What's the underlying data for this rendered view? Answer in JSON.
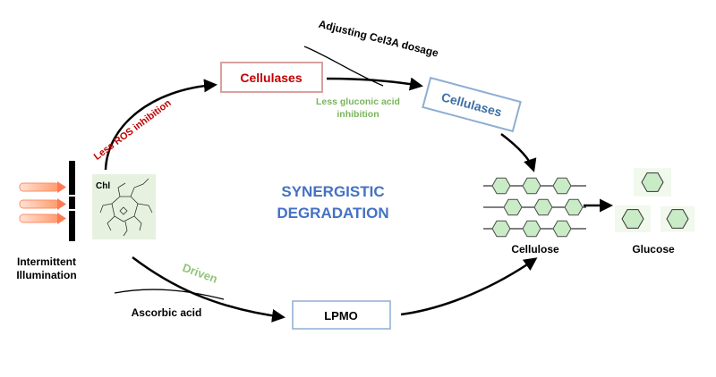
{
  "diagram": {
    "left": {
      "molecule_label": "Chl",
      "illumination_label_line1": "Intermittent",
      "illumination_label_line2": "Illumination"
    },
    "center_title_line1": "SYNERGISTIC",
    "center_title_line2": "DEGRADATION",
    "upper_path": {
      "inhibition_label": "Less ROS inhibition",
      "box1_label": "Cellulases",
      "dosage_label": "Adjusting Cel3A dosage",
      "gluconic_line1": "Less gluconic acid",
      "gluconic_line2": "inhibition",
      "box2_label": "Cellulases"
    },
    "lower_path": {
      "driven_label": "Driven",
      "ascorbic_label": "Ascorbic acid",
      "lpmo_label": "LPMO"
    },
    "products": {
      "cellulose_label": "Cellulose",
      "glucose_label": "Glucose"
    },
    "colors": {
      "red": "#c00000",
      "blue": "#4472c4",
      "steel_blue": "#3d6fa6",
      "green": "#92c47a",
      "hex_fill": "#c9ecc6",
      "panel_fill": "#e6f2df"
    }
  }
}
